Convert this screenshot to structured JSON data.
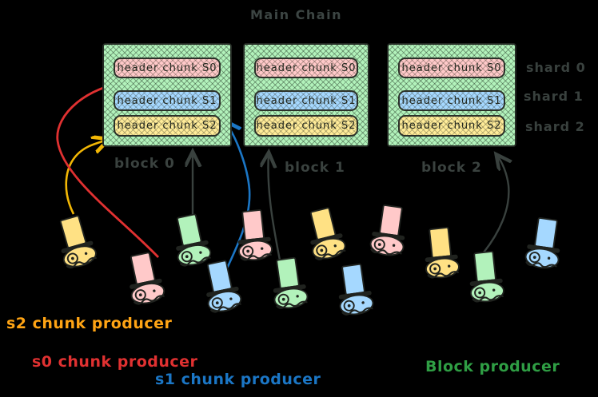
{
  "title": "Main Chain",
  "blocks": [
    {
      "label": "block 0",
      "chunks": [
        "header chunk S0",
        "header chunk S1",
        "header chunk S2"
      ]
    },
    {
      "label": "block 1",
      "chunks": [
        "header chunk S0",
        "header chunk S1",
        "header chunk S2"
      ]
    },
    {
      "label": "block 2",
      "chunks": [
        "header chunk S0",
        "header chunk S1",
        "header chunk S2"
      ]
    }
  ],
  "shard_labels": [
    "shard 0",
    "shard 1",
    "shard 2"
  ],
  "legend": [
    {
      "label": "s2 chunk producer",
      "color": "#ffa414"
    },
    {
      "label": "s0 chunk producer",
      "color": "#e03131"
    },
    {
      "label": "s1 chunk producer",
      "color": "#1b76c5"
    },
    {
      "label": "Block producer",
      "color": "#2f9e44"
    }
  ],
  "palette": {
    "yellow": "#ffe184",
    "pink": "#ffc9c9",
    "green": "#b2f2bb",
    "blue": "#a5d8ff",
    "block_fill": "#b2f2bb",
    "chunk_s0": "#ffc9c9",
    "chunk_s1": "#a5d8ff",
    "chunk_s2": "#ffec99",
    "arrow_yellow": "#f2b705",
    "arrow_red": "#e03131",
    "arrow_blue": "#1b76c5",
    "arrow_dark": "#39413e"
  },
  "producers": [
    {
      "hat": "yellow",
      "role": "s2 chunk producer"
    },
    {
      "hat": "pink",
      "role": "s0 chunk producer"
    },
    {
      "hat": "green",
      "role": "Block producer"
    },
    {
      "hat": "pink",
      "role": "s0 chunk producer"
    },
    {
      "hat": "blue",
      "role": "s1 chunk producer"
    },
    {
      "hat": "green",
      "role": "Block producer"
    },
    {
      "hat": "yellow",
      "role": "s2 chunk producer"
    },
    {
      "hat": "pink",
      "role": "s0 chunk producer"
    },
    {
      "hat": "blue",
      "role": "s1 chunk producer"
    },
    {
      "hat": "yellow",
      "role": "s2 chunk producer"
    },
    {
      "hat": "green",
      "role": "Block producer"
    },
    {
      "hat": "blue",
      "role": "s1 chunk producer"
    }
  ],
  "arrows": [
    {
      "from": "s2 chunk producer",
      "to": "block 0 header chunk S2",
      "color": "#f2b705"
    },
    {
      "from": "s0 chunk producer",
      "to": "block 0 header chunk S0",
      "color": "#e03131"
    },
    {
      "from": "s1 chunk producer",
      "to": "block 0 header chunk S1",
      "color": "#1b76c5"
    },
    {
      "from": "Block producer",
      "to": "block 0",
      "color": "#39413e"
    },
    {
      "from": "Block producer",
      "to": "block 1",
      "color": "#39413e"
    },
    {
      "from": "Block producer",
      "to": "block 2",
      "color": "#39413e"
    }
  ]
}
